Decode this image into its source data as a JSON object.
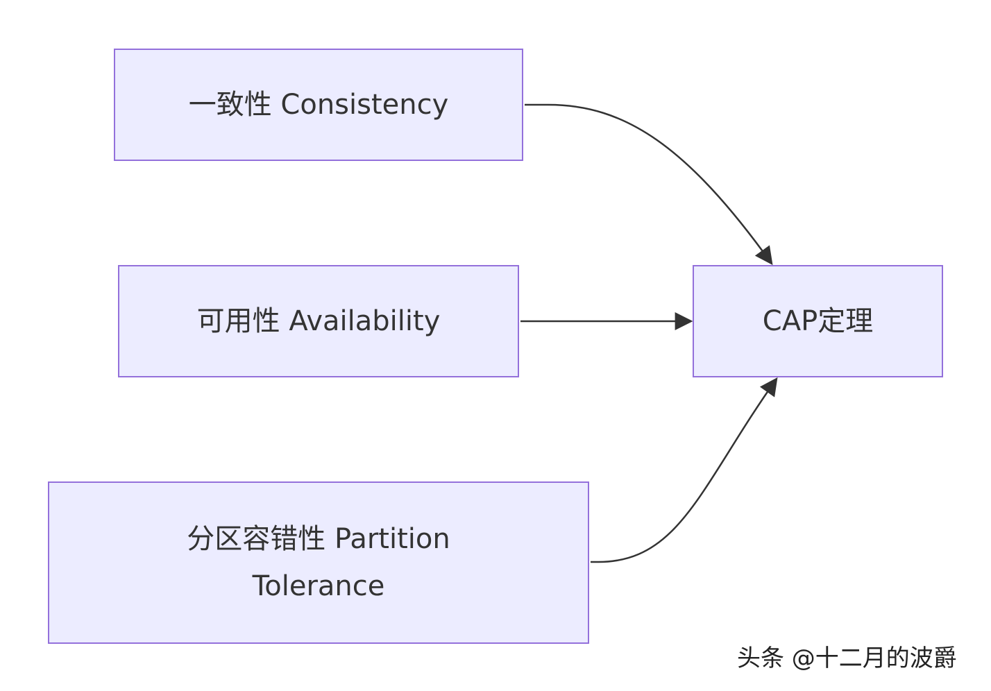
{
  "diagram": {
    "type": "flowchart",
    "direction": "left-to-right",
    "colors": {
      "node_fill": "#ececff",
      "node_border": "#9370db",
      "edge": "#333333",
      "text": "#333333"
    },
    "nodes": [
      {
        "id": "consistency",
        "label": "一致性 Consistency"
      },
      {
        "id": "availability",
        "label": "可用性 Availability"
      },
      {
        "id": "partition",
        "label": "分区容错性 Partition Tolerance"
      },
      {
        "id": "cap",
        "label": "CAP定理"
      }
    ],
    "edges": [
      {
        "from": "consistency",
        "to": "cap"
      },
      {
        "from": "availability",
        "to": "cap"
      },
      {
        "from": "partition",
        "to": "cap"
      }
    ]
  },
  "watermark": {
    "text": "头条 @十二月的波爵"
  }
}
